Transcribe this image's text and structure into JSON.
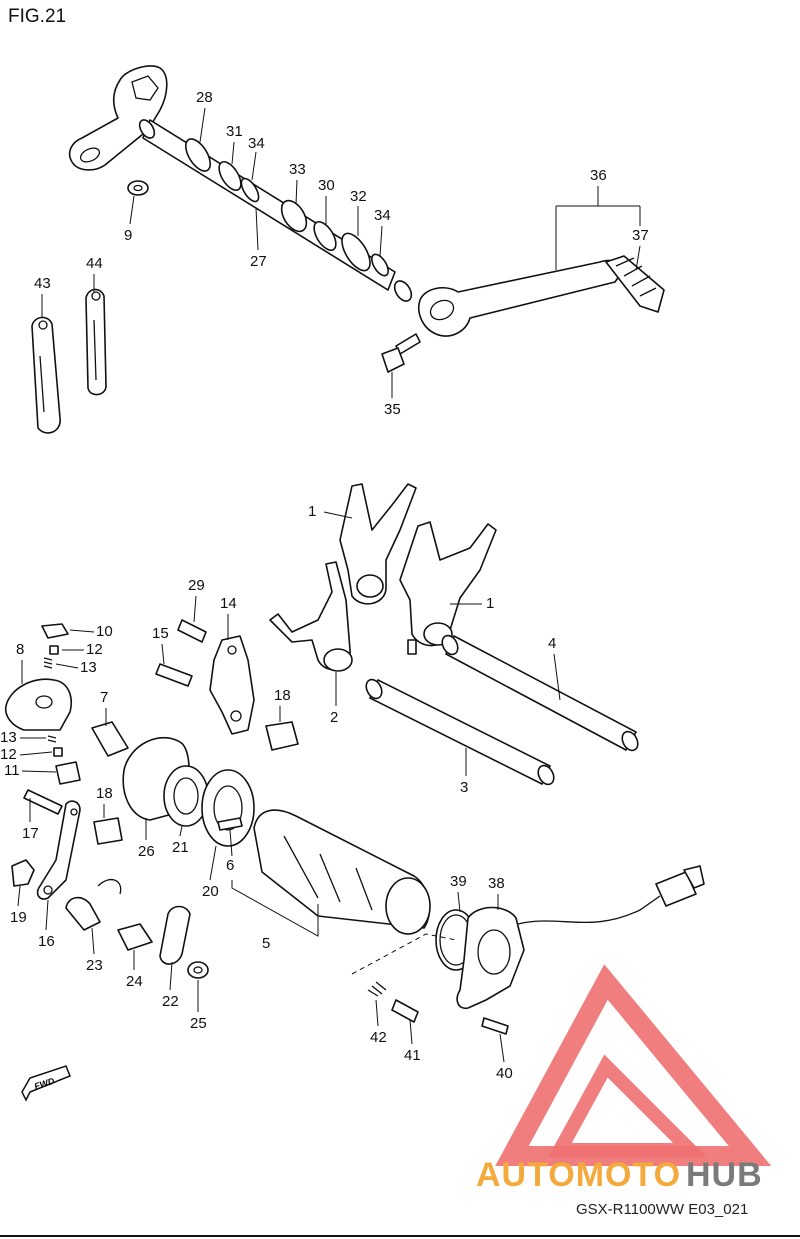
{
  "figure_label": "FIG.21",
  "model_code": "GSX-R1100WW   E03_021",
  "watermark": {
    "word_light": "AUTOMOTO",
    "word_dark": "HUB",
    "color_light": "#f4a93c",
    "color_dark": "#7a7a7a",
    "triangle_color": "#f07070"
  },
  "direction_badge": "FWD",
  "callouts": [
    "28",
    "31",
    "34",
    "33",
    "30",
    "32",
    "34",
    "27",
    "9",
    "36",
    "37",
    "35",
    "43",
    "44",
    "1",
    "1",
    "4",
    "2",
    "3",
    "29",
    "14",
    "15",
    "18",
    "10",
    "12",
    "13",
    "8",
    "7",
    "13",
    "12",
    "11",
    "17",
    "18",
    "26",
    "21",
    "20",
    "6",
    "5",
    "16",
    "19",
    "23",
    "24",
    "22",
    "25",
    "39",
    "38",
    "42",
    "41",
    "40"
  ]
}
